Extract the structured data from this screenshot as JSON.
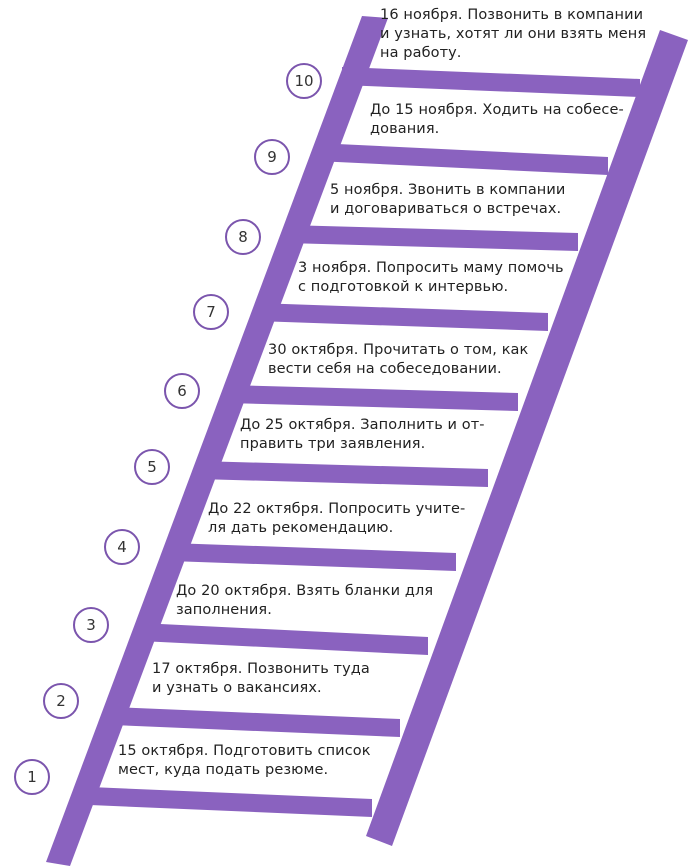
{
  "colors": {
    "ladder": "#8a62bf",
    "circle_border": "#7b55ad",
    "text": "#222222"
  },
  "steps": [
    {
      "number": "1",
      "text": "15 октября. Подготовить список\nмест, куда подать резюме."
    },
    {
      "number": "2",
      "text": "17 октября. Позвонить туда\nи узнать о вакансиях."
    },
    {
      "number": "3",
      "text": "До 20 октября. Взять бланки для\nзаполнения."
    },
    {
      "number": "4",
      "text": "До 22 октября. Попросить учите-\nля дать рекомендацию."
    },
    {
      "number": "5",
      "text": "До 25 октября. Заполнить и от-\nправить три заявления."
    },
    {
      "number": "6",
      "text": "30 октября. Прочитать о том, как\nвести себя на собеседовании."
    },
    {
      "number": "7",
      "text": "3 ноября. Попросить маму помочь\nс подготовкой к интервью."
    },
    {
      "number": "8",
      "text": "5 ноября. Звонить в компании\nи договариваться о встречах."
    },
    {
      "number": "9",
      "text": "До 15 ноября. Ходить на собесе-\nдования."
    },
    {
      "number": "10",
      "text": "16 ноября. Позвонить в компании\nи узнать, хотят ли они  взять меня\nна работу."
    }
  ]
}
